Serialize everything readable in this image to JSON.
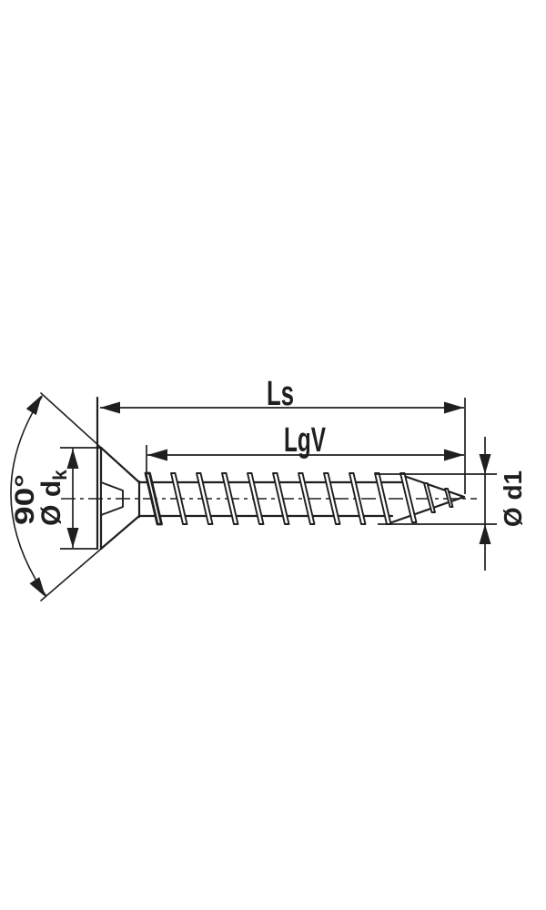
{
  "drawing": {
    "kind": "countersunk-screw-dimension-diagram",
    "labels": {
      "total_length": "Ls",
      "thread_length": "LgV",
      "head_angle": "90°",
      "head_diameter_main": "Ø d",
      "head_diameter_sub": "k",
      "thread_diameter": "Ø d1"
    }
  },
  "theme": {
    "line_color": "#1f1f1f",
    "background": "#ffffff"
  }
}
